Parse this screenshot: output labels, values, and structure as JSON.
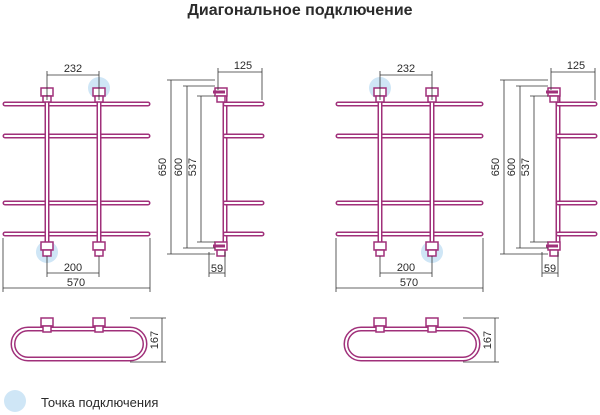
{
  "title": "Диагональное подключение",
  "legend": {
    "label": "Точка подключения",
    "color": "#cfe6f6"
  },
  "colors": {
    "rail": "#a0307a",
    "line": "#333333",
    "highlight": "#cfe6f6"
  },
  "dimensions": {
    "top_width": "232",
    "side_depth": "125",
    "h1": "650",
    "h2": "600",
    "h3": "537",
    "inner_width": "200",
    "total_width": "570",
    "wall_gap": "59",
    "plan_depth": "167"
  },
  "connection_points": {
    "left_view": [
      "top-right",
      "bottom-left"
    ],
    "right_view": [
      "top-left",
      "bottom-right"
    ]
  }
}
